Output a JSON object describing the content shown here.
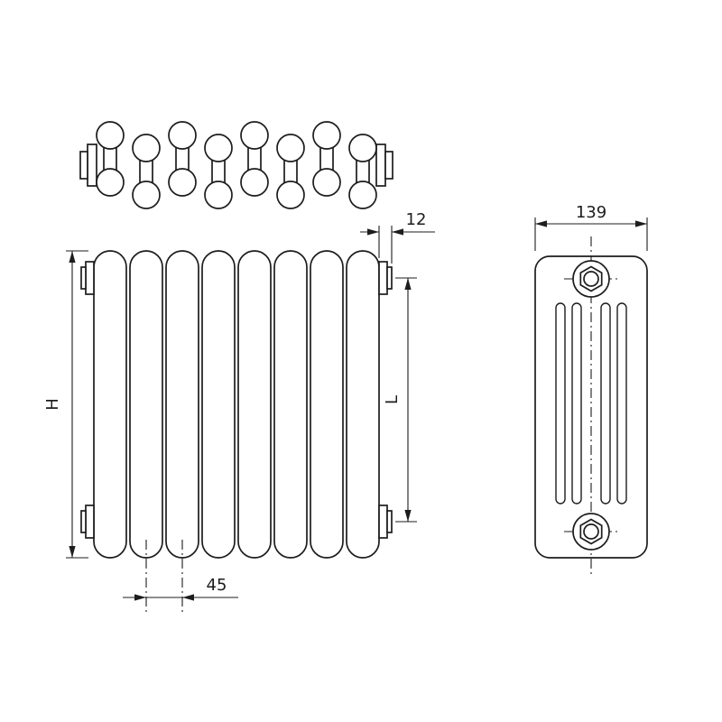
{
  "colors": {
    "line": "#1d1d1d",
    "background": "#ffffff"
  },
  "dimensions": {
    "height": "H",
    "axis_length": "L",
    "tapping_offset": "12",
    "depth": "139",
    "section_pitch": "45"
  }
}
